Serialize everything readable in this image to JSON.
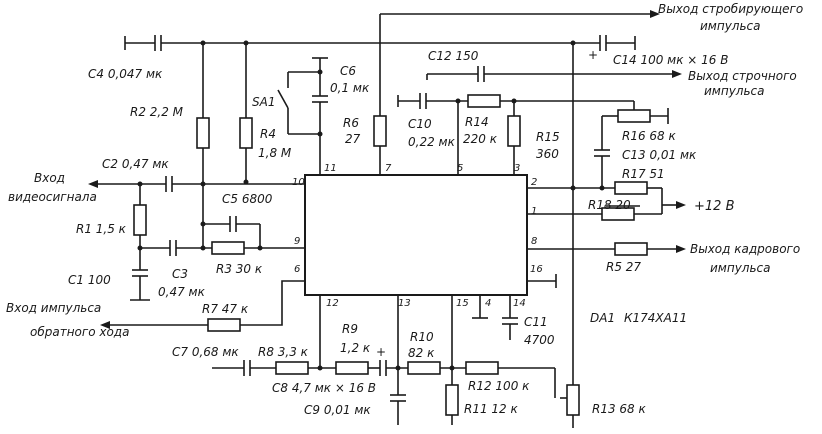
{
  "ic": {
    "name": "DA1",
    "part": "К174ХА11",
    "pins": [
      "1",
      "2",
      "3",
      "4",
      "5",
      "6",
      "7",
      "8",
      "9",
      "10",
      "11",
      "12",
      "13",
      "14",
      "15",
      "16"
    ]
  },
  "terminals": {
    "strobe_out_1": "Выход стробирующего",
    "strobe_out_2": "импульса",
    "line_out_1": "Выход строчного",
    "line_out_2": "импульса",
    "video_in_1": "Вход",
    "video_in_2": "видеосигнала",
    "flyback_in_1": "Вход импульса",
    "flyback_in_2": "обратного хода",
    "supply": "+12 В",
    "frame_out_1": "Выход кадрового",
    "frame_out_2": "импульса"
  },
  "components": {
    "C4": "C4  0,047 мк",
    "C6_ref": "C6",
    "C6_val": "0,1 мк",
    "C12": "C12  150",
    "C14": "C14  100 мк × 16 В",
    "R2": "R2  2,2 М",
    "SA1": "SA1",
    "R4_ref": "R4",
    "R4_val": "1,8 М",
    "R6_ref": "R6",
    "R6_val": "27",
    "C10_ref": "C10",
    "C10_val": "0,22 мк",
    "R14_ref": "R14",
    "R14_val": "220 к",
    "R15_ref": "R15",
    "R15_val": "360",
    "R16": "R16  68 к",
    "C13": "C13  0,01 мк",
    "R17": "R17  51",
    "R18": "R18  20",
    "C2": "C2  0,47 мк",
    "C5": "C5  6800",
    "R1": "R1  1,5 к",
    "C1": "C1  100",
    "C3_ref": "C3",
    "C3_val": "0,47 мк",
    "R3": "R3  30 к",
    "R5": "R5  27",
    "R7": "R7  47 к",
    "C11_ref": "C11",
    "C11_val": "4700",
    "R9_ref": "R9",
    "R9_val": "1,2 к",
    "R10_ref": "R10",
    "R10_val": "82 к",
    "C7": "C7  0,68 мк",
    "R8": "R8  3,3 к",
    "C8": "C8  4,7 мк × 16 В",
    "R12": "R12  100 к",
    "R11": "R11  12 к",
    "R13": "R13  68 к",
    "C9": "C9  0,01 мк"
  },
  "polarity": "+"
}
